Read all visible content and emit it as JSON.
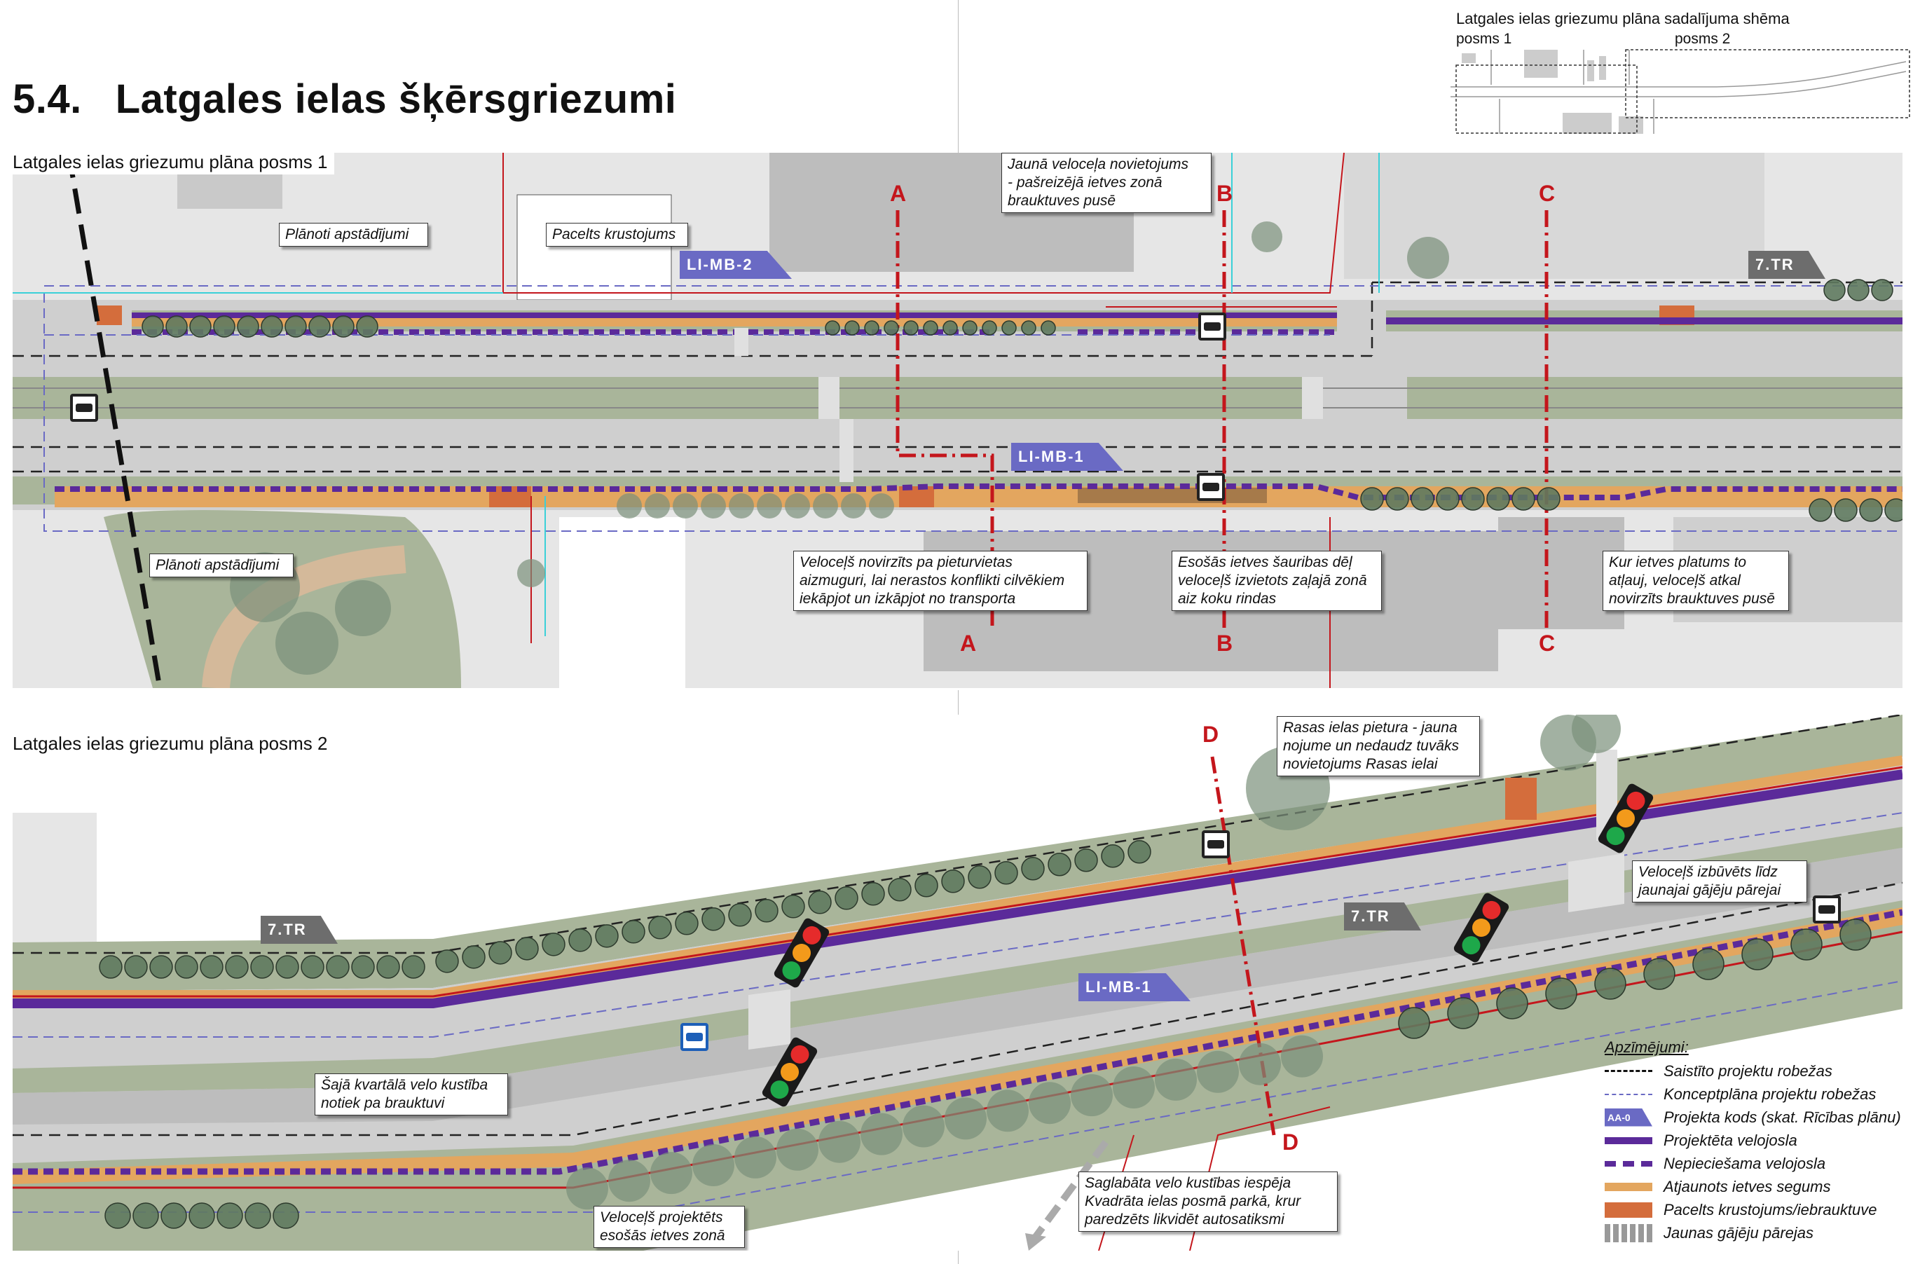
{
  "header": {
    "section_number": "5.4.",
    "title": "Latgales ielas šķērsgriezumi"
  },
  "inset": {
    "title": "Latgales ielas griezumu plāna sadalījuma shēma",
    "part1": "posms 1",
    "part2": "posms 2"
  },
  "plan1": {
    "label": "Latgales ielas griezumu plāna posms 1",
    "callouts": [
      "Plānoti apstādījumi",
      "Pacelts krustojums",
      "Jaunā veloceļa novietojums\n- pašreizējā ietves zonā\nbrauktuves pusē",
      "Plānoti apstādījumi",
      "Veloceļš novirzīts pa pieturvietas\naizmuguri, lai nerastos konflikti cilvēkiem\niekāpjot un izkāpjot no transporta",
      "Esošās ietves šauribas dēļ\nveloceļš izvietots zaļajā zonā\naiz koku rindas",
      "Kur ietves platums to\natļauj, veloceļš atkal\nnovirzīts brauktuves pusē"
    ],
    "tags": [
      "LI-MB-2",
      "LI-MB-1",
      "7.TR"
    ],
    "section_marks": [
      "A",
      "B",
      "C"
    ]
  },
  "plan2": {
    "label": "Latgales ielas griezumu plāna posms 2",
    "callouts": [
      "Rasas ielas pietura - jauna\nnojume un nedaudz tuvāks\nnovietojums Rasas ielai",
      "Veloceļš izbūvēts līdz\njaunajai gājēju pārejai",
      "Šajā kvartālā velo kustība\nnotiek pa brauktuvi",
      "Veloceļš projektēts\nesošās ietves zonā",
      "Saglabāta velo kustības iespēja\nKvadrāta ielas posmā parkā, krur\nparedzēts likvidēt autosatiksmi"
    ],
    "tags": [
      "7.TR",
      "7.TR",
      "LI-MB-1"
    ],
    "section_marks": [
      "D"
    ]
  },
  "legend": {
    "title": "Apzīmējumi:",
    "code_sample": "AA-0",
    "items": [
      {
        "label": "Saistīto projektu robežas",
        "symbol": "black-dash"
      },
      {
        "label": "Konceptplāna projektu robežas",
        "symbol": "blue-dash"
      },
      {
        "label": "Projekta kods (skat. Rīcības plānu)",
        "symbol": "code-tag"
      },
      {
        "label": "Projektēta velojosla",
        "symbol": "purple-solid"
      },
      {
        "label": "Nepieciešama velojosla",
        "symbol": "purple-dash"
      },
      {
        "label": "Atjaunots ietves segums",
        "symbol": "light-orange"
      },
      {
        "label": "Pacelts krustojums/iebrauktuve",
        "symbol": "dark-orange"
      },
      {
        "label": "Jaunas gājēju pārejas",
        "symbol": "crossing"
      }
    ]
  },
  "colors": {
    "purple": "#5b2a9a",
    "sidewalk": "#e3a65f",
    "raised": "#d46d3c",
    "green": "#a9b59a",
    "road": "#cfcfcf",
    "section": "#c4161c",
    "tag": "#6a6ac4"
  }
}
